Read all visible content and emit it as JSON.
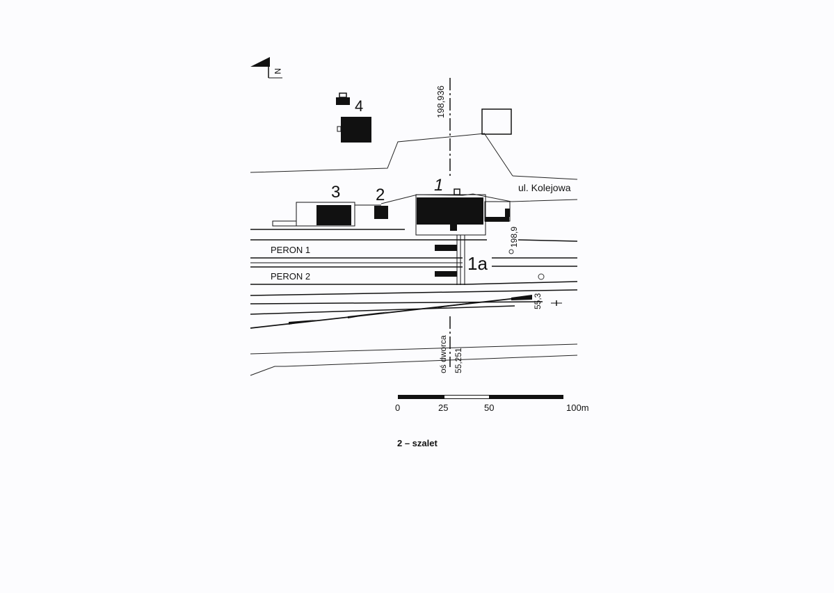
{
  "map": {
    "north_label": "N",
    "buildings": [
      {
        "number": "1",
        "name_label": "1"
      },
      {
        "number": "1a",
        "name_label": "1a"
      },
      {
        "number": "2",
        "name_label": "2"
      },
      {
        "number": "3",
        "name_label": "3"
      },
      {
        "number": "4",
        "name_label": "4"
      }
    ],
    "street_label": "ul. Kolejowa",
    "platforms": [
      "PERON 1",
      "PERON 2"
    ],
    "axis_labels": {
      "top_coordinate": "198,936",
      "side_coordinate": "198,9",
      "right_coordinate": "55,3",
      "station_axis": "oś dworca",
      "station_axis_coordinate": "55,251"
    },
    "scale_bar": {
      "ticks": [
        "0",
        "25",
        "50",
        "100m"
      ]
    }
  },
  "caption": "2 – szalet"
}
